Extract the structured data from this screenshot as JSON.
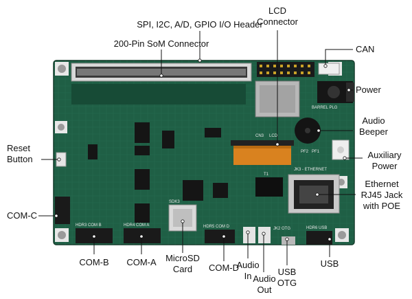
{
  "title": "",
  "labels": {
    "spi_header": "SPI, I2C, A/D, GPIO I/O Header",
    "lcd_connector": [
      "LCD",
      "Connector"
    ],
    "som_connector": "200-Pin SoM Connector",
    "can": "CAN",
    "power": "Power",
    "audio_beeper": [
      "Audio",
      "Beeper"
    ],
    "reset_button": [
      "Reset",
      "Button"
    ],
    "auxiliary_power": [
      "Auxiliary",
      "Power"
    ],
    "ethernet": [
      "Ethernet",
      "RJ45 Jack",
      "with POE"
    ],
    "com_c": "COM-C",
    "com_b": "COM-B",
    "com_a": "COM-A",
    "microsd": [
      "MicroSD",
      "Card"
    ],
    "com_d": "COM-D",
    "audio_in": [
      "Audio",
      "In"
    ],
    "audio_out": [
      "Audio",
      "Out"
    ],
    "usb_otg": [
      "USB",
      "OTG"
    ],
    "usb": "USB"
  },
  "board_silkscreen": {
    "cn3": "CN3",
    "lcd": "LCD",
    "jk3_ethernet": "JK3 - ETHERNET",
    "barrel_plg": "BARREL PLG",
    "hdr3_com_b": "HDR3 COM B",
    "hdr4_com_a": "HDR4 COM A",
    "hdr5_com_d": "HDR5 COM D",
    "sdk3": "SDK3",
    "jk2_otg": "JK2 OTG",
    "hdr6_usb": "HDR6 USB",
    "t1": "T1",
    "pf2": "PF2",
    "pf1": "PF1"
  },
  "colors": {
    "pcb": "#1f5f45",
    "pcb_dark": "#164a35",
    "connector_dark": "#222222",
    "flex": "#d9821f",
    "leader": "#111111"
  }
}
